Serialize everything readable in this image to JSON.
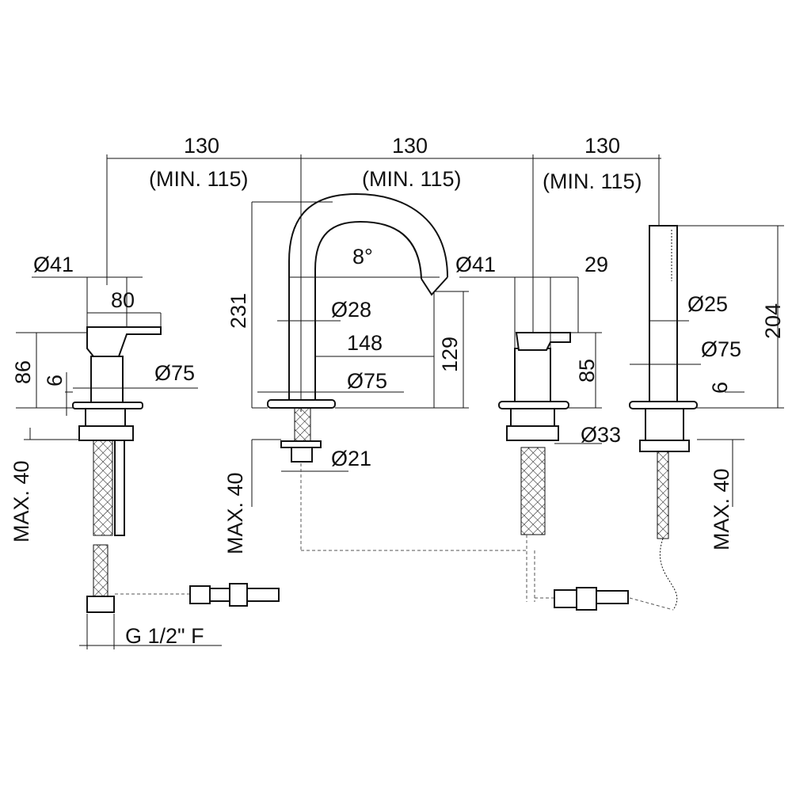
{
  "drawing": {
    "spacing": [
      {
        "value": "130",
        "min": "(MIN. 115)"
      },
      {
        "value": "130",
        "min": "(MIN. 115)"
      },
      {
        "value": "130",
        "min": "(MIN. 115)"
      }
    ],
    "left_mixer": {
      "d1": "Ø41",
      "width": "80",
      "height": "86",
      "base": "6",
      "d2": "Ø75",
      "max": "MAX. 40"
    },
    "spout": {
      "height": "231",
      "angle": "8°",
      "d1": "Ø28",
      "reach": "148",
      "outlet": "129",
      "d2": "Ø75",
      "d3": "Ø21",
      "max": "MAX. 40"
    },
    "right_mixer": {
      "d1": "Ø41",
      "lever": "29",
      "height": "85",
      "d2": "Ø33"
    },
    "hand_shower": {
      "d1": "Ø25",
      "d2": "Ø75",
      "base": "6",
      "height": "204",
      "max": "MAX. 40"
    },
    "connection": "G 1/2\" F"
  }
}
